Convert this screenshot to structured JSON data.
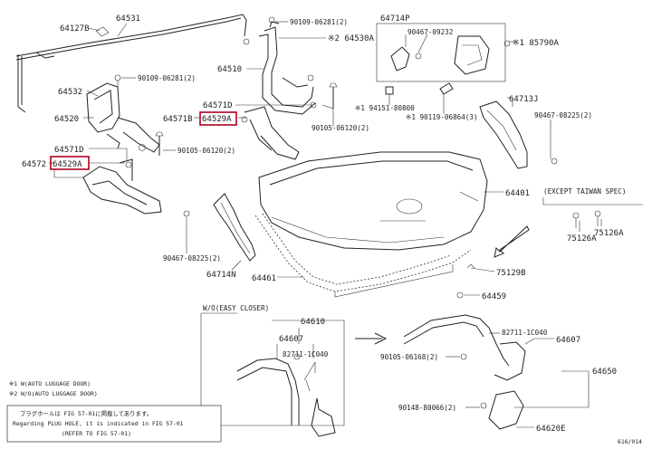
{
  "labels": {
    "l_64127B": "64127B",
    "l_64531": "64531",
    "l_64532": "64532",
    "l_64520": "64520",
    "l_90109_top": "90109-06281(2)",
    "l_64530A": "※2 64530A",
    "l_64510": "64510",
    "l_90109_mid": "90109-06281(2)",
    "l_64571D_a": "64571D",
    "l_64571B": "64571B",
    "l_64529A_a": "64529A",
    "l_90105_a": "90105-06120(2)",
    "l_64571D_b": "64571D",
    "l_64572": "64572",
    "l_64529A_b": "64529A",
    "l_90105_b": "90105-06120(2)",
    "l_64714P": "64714P",
    "l_90467_09232": "90467-09232",
    "l_85790A": "※1 85790A",
    "l_194151": "※1 94151-80800",
    "l_190119": "※1 90119-06864(3)",
    "l_64713J": "64713J",
    "l_90467_08225a": "90467-08225(2)",
    "l_64401": "64401",
    "l_except_taiwan": "(EXCEPT TAIWAN SPEC)",
    "l_75126A_a": "75126A",
    "l_75126A_b": "75126A",
    "l_75129B": "75129B",
    "l_64459": "64459",
    "l_90467_08225b": "90467-08225(2)",
    "l_64714N": "64714N",
    "l_64461": "64461",
    "l_wo_easy": "W/O(EASY CLOSER)",
    "l_64610": "64610",
    "l_64607_a": "64607",
    "l_82711_a": "82711-1C040",
    "l_82711_b": "82711-1C040",
    "l_64607_b": "64607",
    "l_90105_06168": "90105-06168(2)",
    "l_64650": "64650",
    "l_90148": "90148-80066(2)",
    "l_64620E": "64620E",
    "legend_1": "※1 W(AUTO LUGGAGE DOOR)",
    "legend_2": "※2 W/O(AUTO LUGGAGE DOOR)",
    "note_jp": "プラグホールは FIG 57-01に掲載してあります。",
    "note_en": "Regarding PLUG HOLE, it is indicated in FIG 57-01",
    "note_ref": "(REFER TO FIG 57-01)",
    "page_code": "616/014"
  },
  "colors": {
    "highlight": "#b00020",
    "line": "#222222"
  }
}
